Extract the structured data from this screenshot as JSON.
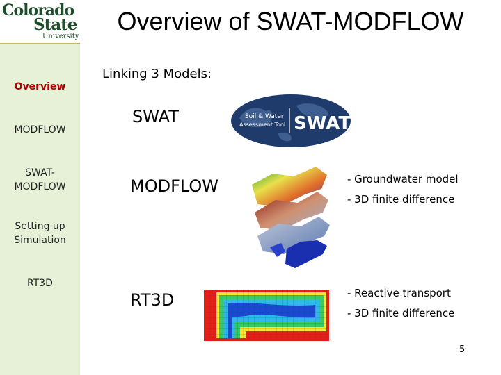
{
  "logo": {
    "line1": "Colorado",
    "line2": "State",
    "line3": "University"
  },
  "title": "Overview of SWAT-MODFLOW",
  "sidebar": {
    "items": [
      {
        "label": "Overview",
        "active": true
      },
      {
        "label": "MODFLOW",
        "active": false
      },
      {
        "label_line1": "SWAT-",
        "label_line2": "MODFLOW",
        "active": false
      },
      {
        "label_line1": "Setting up",
        "label_line2": "Simulation",
        "active": false
      },
      {
        "label": "RT3D",
        "active": false
      }
    ]
  },
  "intro": "Linking 3 Models:",
  "models": [
    {
      "name": "SWAT",
      "image_icon": "swat-logo",
      "badge_small_line1": "Soil & Water",
      "badge_small_line2": "Assessment Tool",
      "badge_big": "SWAT"
    },
    {
      "name": "MODFLOW",
      "image_icon": "groundwater-layers-image",
      "bullets": [
        "- Groundwater model",
        "- 3D finite difference"
      ]
    },
    {
      "name": "RT3D",
      "image_icon": "transport-grid-image",
      "bullets": [
        "- Reactive transport",
        "- 3D finite difference"
      ]
    }
  ],
  "page_number": "5",
  "colors": {
    "sidebar": "#e7f1d8",
    "active_nav": "#b00000",
    "logo_green": "#1e4d2b",
    "swat_blue": "#1f3b6b"
  }
}
